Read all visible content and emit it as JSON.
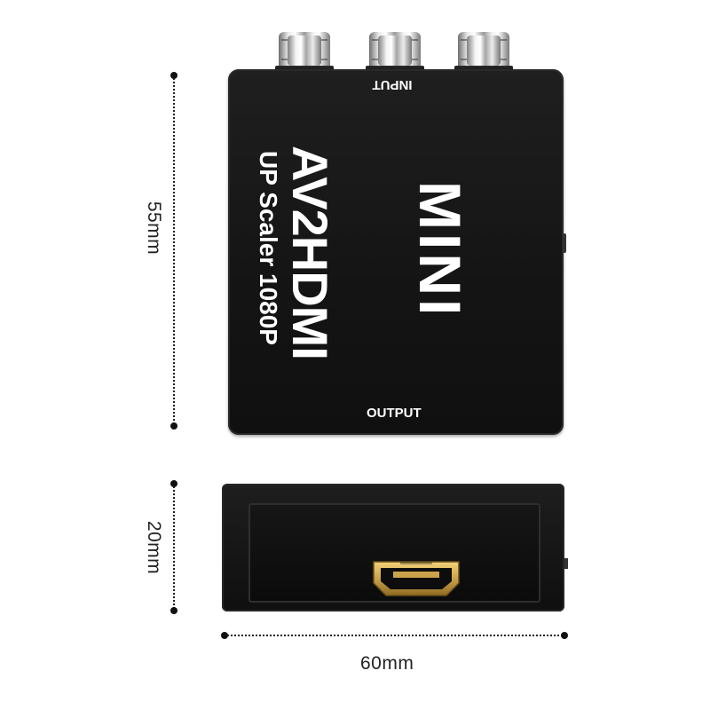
{
  "product": {
    "top_view": {
      "input_label": "INPUT",
      "brand_line1": "AV2HDMI",
      "brand_line2": "UP Scaler 1080P",
      "model_label": "MINI",
      "output_label": "OUTPUT"
    },
    "side_view": {
      "port_label": "HDMI"
    }
  },
  "dimensions": {
    "height_top": "55mm",
    "height_side": "20mm",
    "width": "60mm"
  },
  "colors": {
    "device_body": "#141414",
    "connector_metal": "#d9d9d9",
    "hdmi_gold": "#c9a24a",
    "label_text": "#ffffff",
    "dimension_text": "#222222"
  }
}
